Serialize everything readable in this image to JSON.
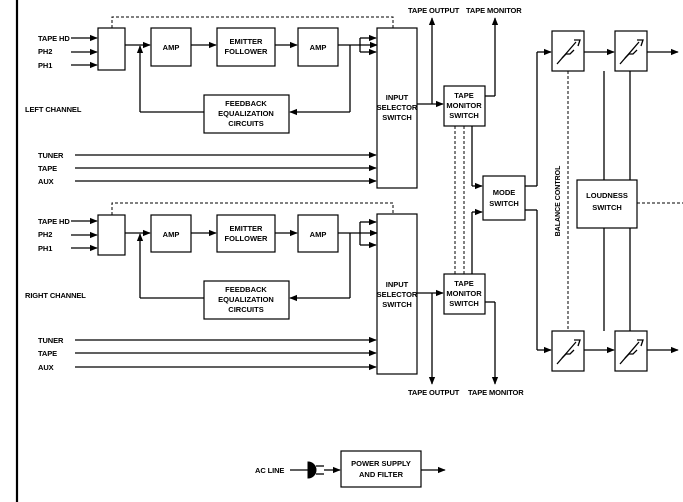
{
  "left_channel": {
    "channel_label": "LEFT CHANNEL",
    "inputs_top": [
      "TAPE HD",
      "PH2",
      "PH1"
    ],
    "inputs_bottom": [
      "TUNER",
      "TAPE",
      "AUX"
    ],
    "amp1": "AMP",
    "emitter_follower": [
      "EMITTER",
      "FOLLOWER"
    ],
    "amp2": "AMP",
    "feedback": [
      "FEEDBACK",
      "EQUALIZATION",
      "CIRCUITS"
    ],
    "input_selector": [
      "INPUT",
      "SELECTOR",
      "SWITCH"
    ],
    "tape_monitor_switch": [
      "TAPE",
      "MONITOR",
      "SWITCH"
    ],
    "tape_output": "TAPE OUTPUT",
    "tape_monitor": "TAPE MONITOR"
  },
  "right_channel": {
    "channel_label": "RIGHT CHANNEL",
    "inputs_top": [
      "TAPE HD",
      "PH2",
      "PH1"
    ],
    "inputs_bottom": [
      "TUNER",
      "TAPE",
      "AUX"
    ],
    "amp1": "AMP",
    "emitter_follower": [
      "EMITTER",
      "FOLLOWER"
    ],
    "amp2": "AMP",
    "feedback": [
      "FEEDBACK",
      "EQUALIZATION",
      "CIRCUITS"
    ],
    "input_selector": [
      "INPUT",
      "SELECTOR",
      "SWITCH"
    ],
    "tape_monitor_switch": [
      "TAPE",
      "MONITOR",
      "SWITCH"
    ],
    "tape_output": "TAPE OUTPUT",
    "tape_monitor": "TAPE MONITOR"
  },
  "mode_switch": [
    "MODE",
    "SWITCH"
  ],
  "balance_control": "BALANCE CONTROL",
  "loudness_switch": [
    "LOUDNESS",
    "SWITCH"
  ],
  "power": {
    "ac_line": "AC LINE",
    "supply": [
      "POWER SUPPLY",
      "AND FILTER"
    ]
  }
}
